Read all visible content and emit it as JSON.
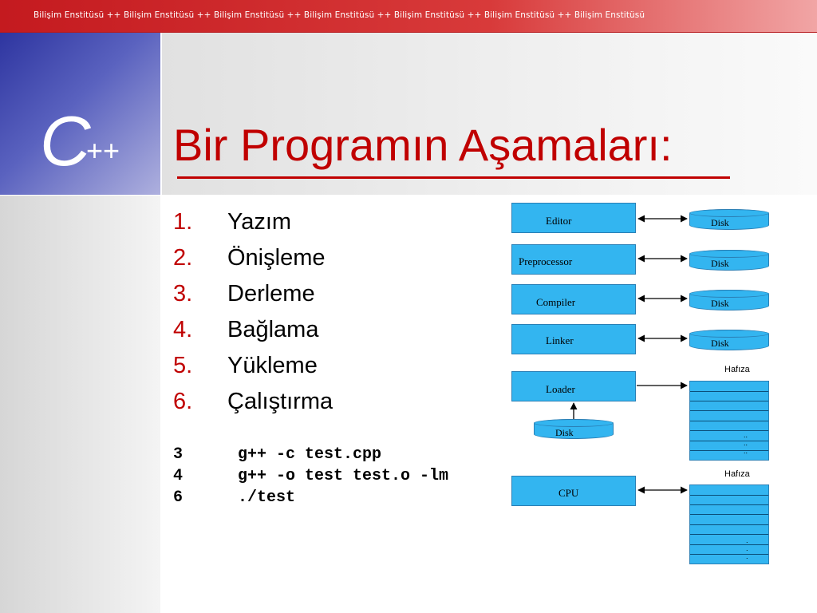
{
  "header": {
    "banner_text": "Bilişim Enstitüsü  ++  Bilişim Enstitüsü  ++  Bilişim Enstitüsü  ++  Bilişim Enstitüsü  ++  Bilişim Enstitüsü  ++  Bilişim Enstitüsü  ++ Bilişim Enstitüsü",
    "logo_letter": "C",
    "logo_suffix": "++",
    "accent_color": "#c00000"
  },
  "slide": {
    "title": "Bir Programın Aşamaları:",
    "steps": [
      {
        "num": "1.",
        "label": "Yazım"
      },
      {
        "num": "2.",
        "label": "Önişleme"
      },
      {
        "num": "3.",
        "label": "Derleme"
      },
      {
        "num": "4.",
        "label": "Bağlama"
      },
      {
        "num": "5.",
        "label": "Yükleme"
      },
      {
        "num": "6.",
        "label": "Çalıştırma"
      }
    ],
    "commands": [
      {
        "num": "3",
        "text": "g++ -c test.cpp"
      },
      {
        "num": "4",
        "text": "g++ -o test test.o -lm"
      },
      {
        "num": "6",
        "text": "./test"
      }
    ]
  },
  "diagram": {
    "stages": [
      "Editor",
      "Preprocessor",
      "Compiler",
      "Linker",
      "Loader",
      "CPU"
    ],
    "disk_label": "Disk",
    "memory_label": "Hafıza",
    "memory_dots_loader": "..\n..\n..",
    "memory_dots_cpu": ".\n.\n.",
    "box_color": "#33b5f0"
  }
}
